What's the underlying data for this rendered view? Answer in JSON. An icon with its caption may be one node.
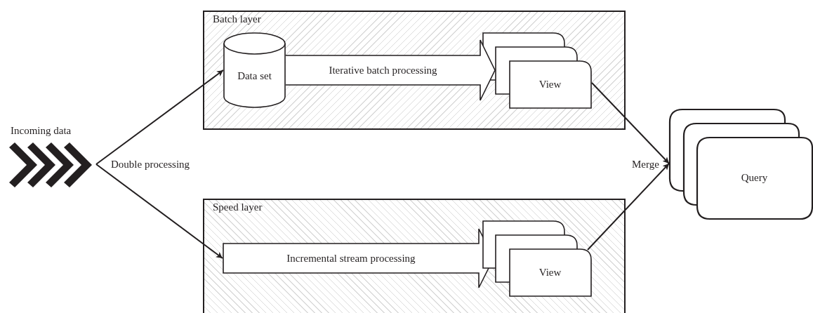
{
  "diagram": {
    "nodes": [
      {
        "text": [
          "Incoming data"
        ]
      },
      {
        "text": [
          "Batch layer"
        ]
      },
      {
        "text": [
          "Data set"
        ],
        "in": 1
      },
      {
        "text": [
          "View"
        ],
        "in": 1
      },
      {
        "text": [
          "Speed layer"
        ]
      },
      {
        "text": [
          "Incremental stream processing"
        ],
        "in": 4
      },
      {
        "text": [
          "View"
        ],
        "in": 4
      },
      {
        "text": [
          "Query"
        ]
      }
    ],
    "edges": [
      {
        "from": 0,
        "to": 2,
        "arrow": "to"
      },
      {
        "from": 0,
        "to": 5,
        "arrow": "to"
      },
      {
        "from": 2,
        "to": 3,
        "arrow": "to",
        "label": "Iterative batch processing",
        "style": "thick"
      },
      {
        "from": 3,
        "to": 7,
        "arrow": "to"
      },
      {
        "from": 6,
        "to": 7,
        "arrow": "to"
      }
    ],
    "labels": [
      "Double processing",
      "Merge"
    ]
  }
}
